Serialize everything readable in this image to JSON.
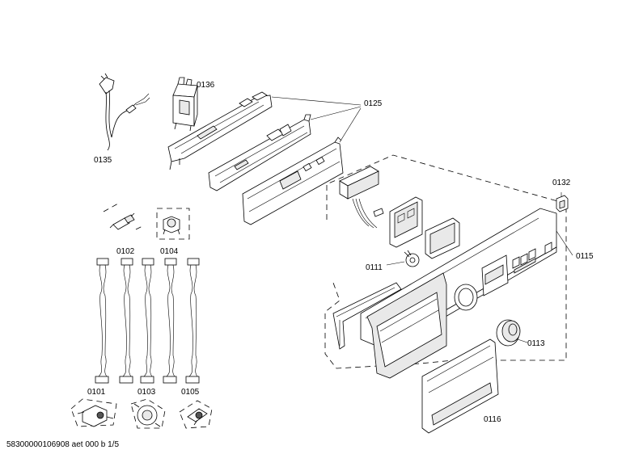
{
  "labels": {
    "p0101": "0101",
    "p0102": "0102",
    "p0103": "0103",
    "p0104": "0104",
    "p0105": "0105",
    "p0111": "0111",
    "p0113": "0113",
    "p0115": "0115",
    "p0116": "0116",
    "p0125": "0125",
    "p0132": "0132",
    "p0135": "0135",
    "p0136": "0136"
  },
  "footer": "58300000106908 aet 000 b 1/5"
}
